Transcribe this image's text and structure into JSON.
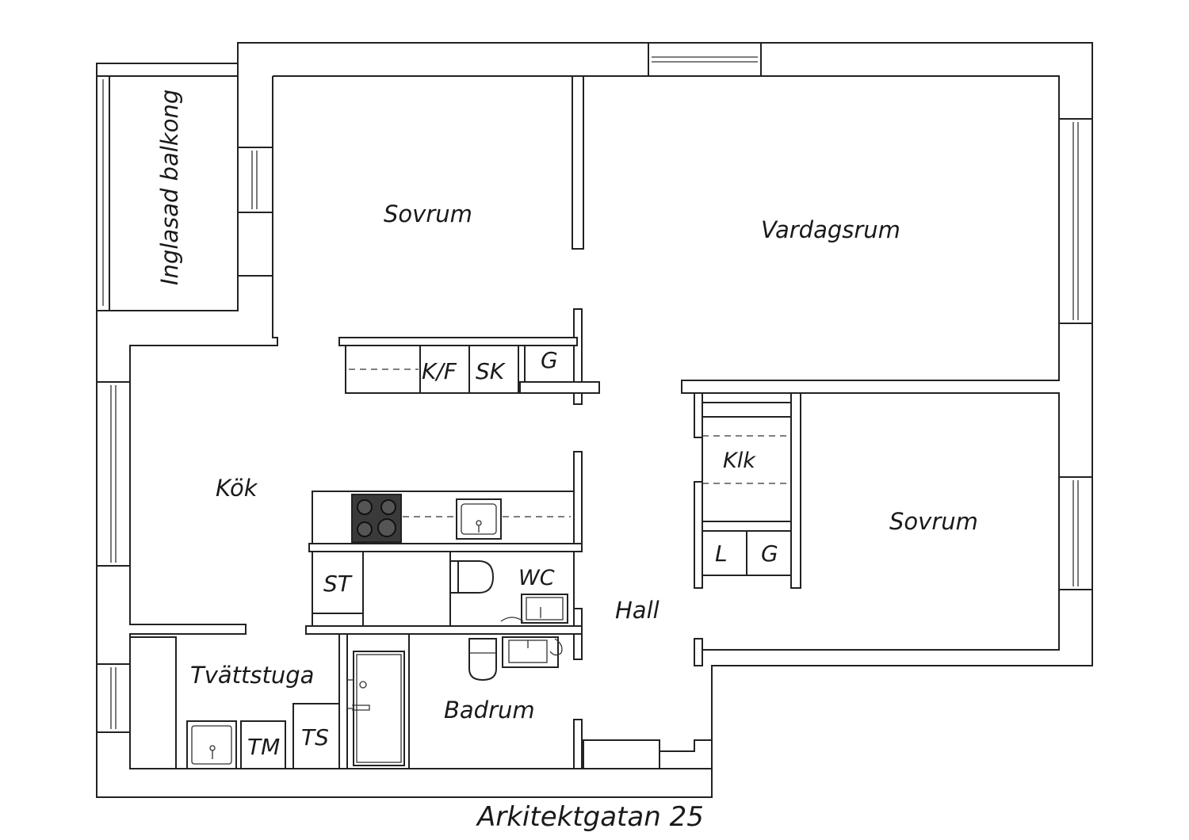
{
  "plan": {
    "rooms": {
      "balkong": "Inglasad balkong",
      "sovrum_1": "Sovrum",
      "vardagsrum": "Vardagsrum",
      "kok": "Kök",
      "klk": "Klk",
      "sovrum_2": "Sovrum",
      "wc": "WC",
      "hall": "Hall",
      "tvattstuga": "Tvättstuga",
      "badrum": "Badrum"
    },
    "fixtures": {
      "kf": "K/F",
      "sk": "SK",
      "g1": "G",
      "st": "ST",
      "l": "L",
      "g2": "G",
      "tm": "TM",
      "ts": "TS"
    },
    "address": "Arkitektgatan 25"
  },
  "colors": {
    "line": "#222222",
    "background": "#ffffff",
    "hob": "#3a3a3a"
  },
  "icons": [
    "hob-icon",
    "sink-icon",
    "toilet-icon",
    "door-icon"
  ]
}
